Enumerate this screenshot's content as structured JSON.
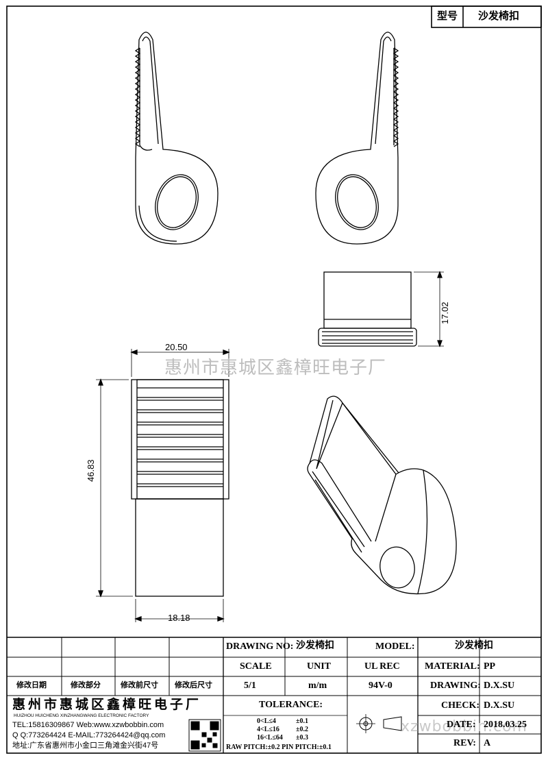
{
  "title_box": {
    "type_label": "型号",
    "type_value": "沙发椅扣"
  },
  "dimensions": {
    "width_top": "20.50",
    "height_side": "46.83",
    "width_bottom": "18.18",
    "height_right": "17.02"
  },
  "watermark": "惠州市惠城区鑫樟旺电子厂",
  "watermark_url": "xzwbobbin.com",
  "titleblock": {
    "drawing_no_label": "DRAWING NO:",
    "drawing_no_value": "沙发椅扣",
    "model_label": "MODEL:",
    "model_value": "沙发椅扣",
    "scale_label": "SCALE",
    "unit_label": "UNIT",
    "ul_rec_label": "UL REC",
    "material_label": "MATERIAL:",
    "material_value": "PP",
    "revision_headers": [
      "修改日期",
      "修改部分",
      "修改前尺寸",
      "修改后尺寸"
    ],
    "scale_value": "5/1",
    "unit_value": "m/m",
    "ul_value": "94V-0",
    "drawing_label": "DRAWING:",
    "drawing_value": "D.X.SU",
    "check_label": "CHECK:",
    "check_value": "D.X.SU",
    "date_label": "DATE:",
    "date_value": "2018.03.25",
    "rev_label": "REV:",
    "rev_value": "A",
    "company_cn": "惠州市惠城区鑫樟旺电子厂",
    "company_en": "HUIZHOU HUICHENG XINZHANGWANG ELECTRONIC FACTORY",
    "tel_line": "TEL:15816309867 Web:www.xzwbobbin.com",
    "qq_line": "Q Q:773264424 E-MAIL:773264424@qq.com",
    "address_line": "地址:广东省惠州市小金口三角滩金兴街47号",
    "tolerance_label": "TOLERANCE:",
    "tol_rows": [
      {
        "range": "0<L≤4",
        "tol": "±0.1"
      },
      {
        "range": "4<L≤16",
        "tol": "±0.2"
      },
      {
        "range": "16<L≤64",
        "tol": "±0.3"
      }
    ],
    "pitch_line": "RAW PITCH:±0.2 PIN PITCH:±0.1"
  }
}
